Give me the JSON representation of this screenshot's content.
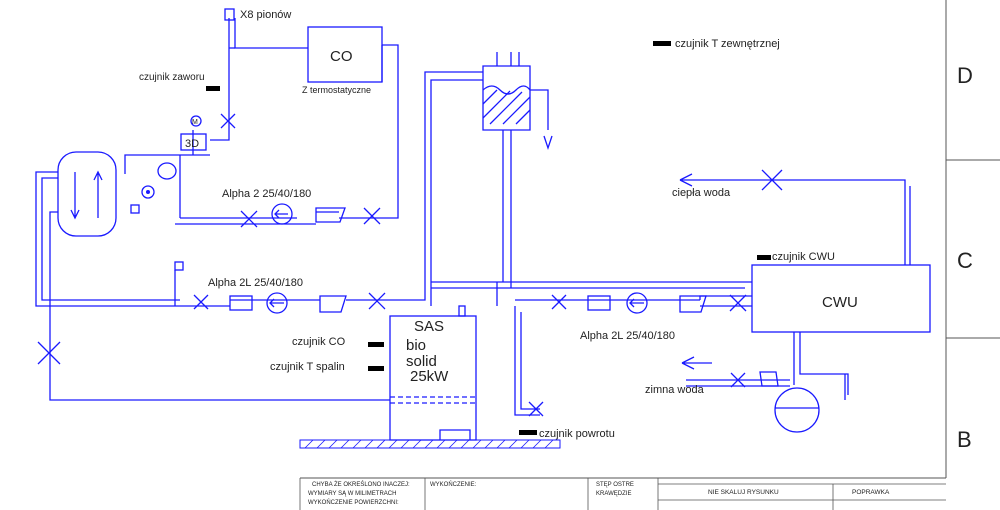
{
  "labels": {
    "x8": "X8 pionów",
    "co": "CO",
    "co_sub": "Z termostatyczne",
    "valve_sensor": "czujnik zaworu",
    "three_d": "3D",
    "motor": "M",
    "pump_top": "Alpha 2 25/40/180",
    "pump_mid": "Alpha 2L 25/40/180",
    "pump_cwu": "Alpha 2L 25/40/180",
    "ext_sensor": "czujnik T zewnętrznej",
    "hot_water": "ciepła woda",
    "cwu_sensor": "czujnik CWU",
    "cwu": "CWU",
    "co_sensor": "czujnik CO",
    "flue_sensor": "czujnik T spalin",
    "boiler_1": "SAS",
    "boiler_2": "bio",
    "boiler_3": "solid",
    "boiler_4": "25kW",
    "cold_water": "zimna woda",
    "return_sensor": "czujnik powrotu"
  },
  "title_block": {
    "tolerance_1": "CHYBA ŻE OKREŚLONO INACZEJ:",
    "tolerance_2": "WYMIARY SĄ W MILIMETRACH",
    "tolerance_3": "WYKOŃCZENIE POWIERZCHNI:",
    "finish": "WYKOŃCZENIE:",
    "edges_1": "STĘP OSTRE",
    "edges_2": "KRAWĘDZIE",
    "noscale": "NIE SKALUJ RYSUNKU",
    "revision": "POPRAWKA"
  },
  "zones": [
    "D",
    "C",
    "B"
  ],
  "colors": {
    "pipe": "#1a1aff",
    "text": "#222222",
    "frame": "#555555"
  }
}
